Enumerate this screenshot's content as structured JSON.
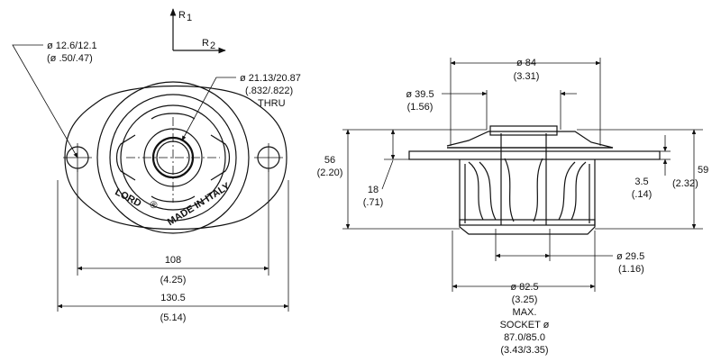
{
  "top_view": {
    "force_r1": "R",
    "force_r1_sub": "1",
    "force_r2": "R",
    "force_r2_sub": "2",
    "hole_dia_mm": "ø 12.6/12.1",
    "hole_dia_in": "(ø .50/.47)",
    "bore_dia_mm": "ø 21.13/20.87",
    "bore_dia_in": "(.832/.822)",
    "bore_note": "THRU",
    "center_dist_mm": "108",
    "center_dist_in": "(4.25)",
    "overall_len_mm": "130.5",
    "overall_len_in": "(5.14)",
    "brand": "LORD",
    "registered": "®",
    "origin_text": "MADE IN ITALY"
  },
  "side_view": {
    "top_dia_mm": "ø 84",
    "top_dia_in": "(3.31)",
    "inner_dia_mm": "ø 39.5",
    "inner_dia_in": "(1.56)",
    "height_mm": "56",
    "height_in": "(2.20)",
    "flange_h_mm": "18",
    "flange_h_in": "(.71)",
    "total_h_mm": "59",
    "total_h_in": "(2.32)",
    "plate_t_mm": "3.5",
    "plate_t_in": "(.14)",
    "bottom_bore_mm": "ø 29.5",
    "bottom_bore_in": "(1.16)",
    "base_dia_mm": "ø 82.5",
    "base_dia_in": "(3.25)",
    "socket_line1": "MAX.",
    "socket_line2": "SOCKET ø",
    "socket_dia_mm": "87.0/85.0",
    "socket_dia_in": "(3.43/3.35)"
  }
}
